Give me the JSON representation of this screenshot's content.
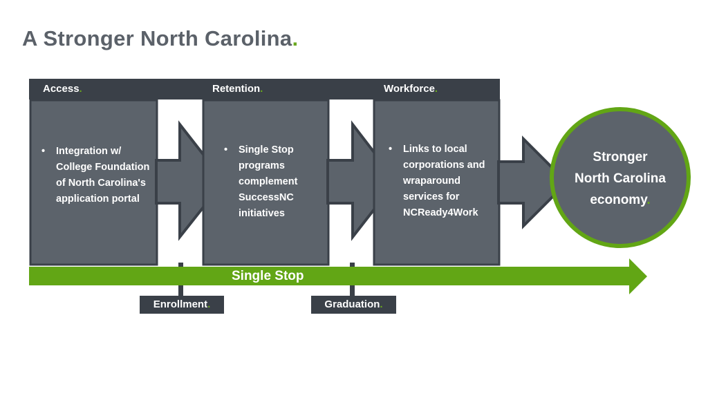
{
  "title": "A Stronger North Carolina",
  "title_dot": ".",
  "stages": [
    {
      "header": "Access",
      "dot": ".",
      "bullet": "Integration w/ College Foundation of North Carolina's application portal"
    },
    {
      "header": "Retention",
      "dot": ".",
      "bullet": "Single Stop programs complement SuccessNC initiatives"
    },
    {
      "header": "Workforce",
      "dot": ".",
      "bullet": "Links to local corporations and wraparound services for NCReady4Work"
    }
  ],
  "outcome": {
    "line1": "Stronger",
    "line2": "North Carolina",
    "line3": "economy",
    "dot": "."
  },
  "single_stop_label": "Single Stop",
  "milestones": [
    {
      "label": "Enrollment",
      "dot": "."
    },
    {
      "label": "Graduation",
      "dot": "."
    }
  ],
  "colors": {
    "dark": "#3a4048",
    "panel": "#5c636b",
    "green": "#62a615",
    "text": "#5b6169"
  }
}
